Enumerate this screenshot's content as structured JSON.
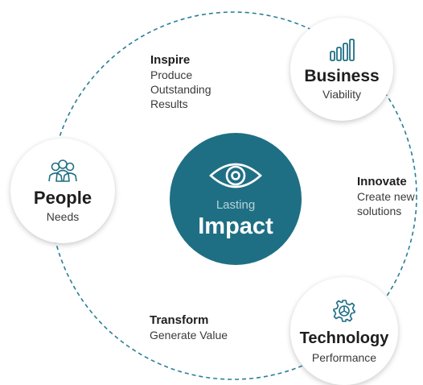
{
  "center": {
    "subtitle": "Lasting",
    "title": "Impact",
    "color": "#1f6f84",
    "icon": "eye-icon"
  },
  "nodes": {
    "business": {
      "title": "Business",
      "subtitle": "Viability",
      "icon": "bar-chart-icon"
    },
    "people": {
      "title": "People",
      "subtitle": "Needs",
      "icon": "people-group-icon"
    },
    "technology": {
      "title": "Technology",
      "subtitle": "Performance",
      "icon": "gear-icon"
    }
  },
  "labels": {
    "inspire": {
      "heading": "Inspire",
      "lines": [
        "Produce",
        "Outstanding",
        "Results"
      ]
    },
    "innovate": {
      "heading": "Innovate",
      "lines": [
        "Create new",
        "solutions"
      ]
    },
    "transform": {
      "heading": "Transform",
      "lines": [
        "Generate Value"
      ]
    }
  },
  "ring_color": "#2a7f97",
  "icon_color": "#1f6f84"
}
